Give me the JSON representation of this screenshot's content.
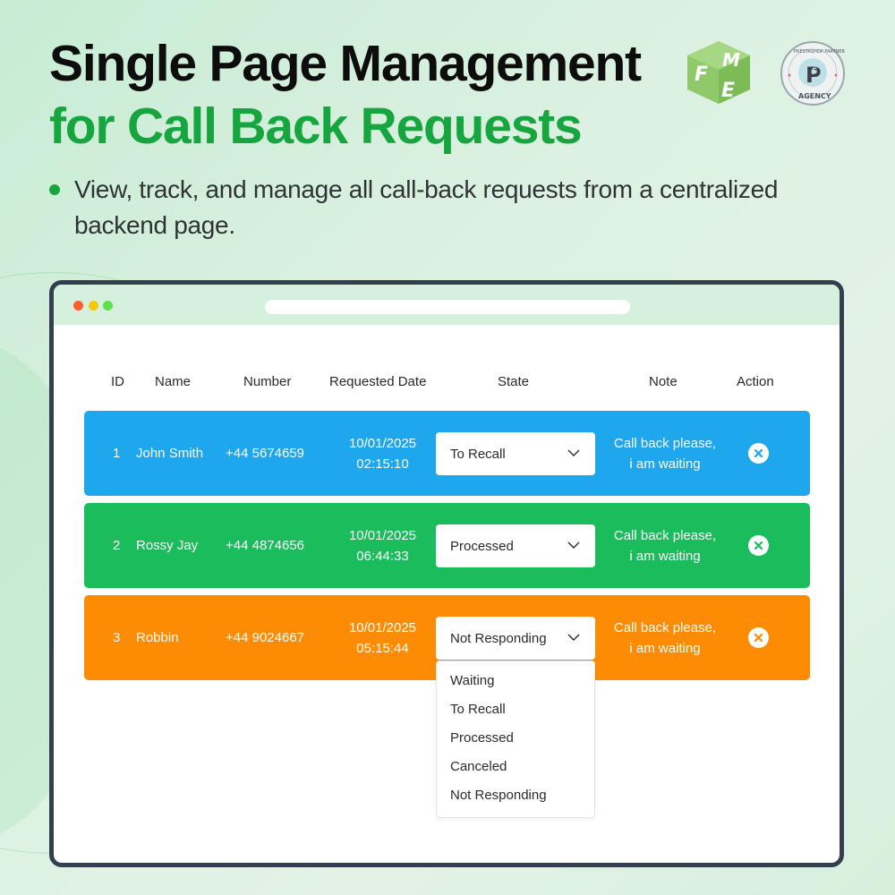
{
  "hero": {
    "title_line1": "Single Page Management",
    "title_line2": "for Call Back Requests",
    "bullet": "View, track, and manage all call-back requests from a centralized backend page."
  },
  "logos": {
    "fme": "FME",
    "partner_top": "PRESTASHOP PARTNER",
    "partner_bottom": "AGENCY"
  },
  "colors": {
    "accent_green": "#17a53f",
    "row_blue": "#1fa7ee",
    "row_green": "#1bbc5c",
    "row_orange": "#fd8c04",
    "frame": "#333f4f"
  },
  "table": {
    "headers": [
      "ID",
      "Name",
      "Number",
      "Requested Date",
      "State",
      "Note",
      "Action"
    ],
    "rows": [
      {
        "id": "1",
        "name": "John Smith",
        "number": "+44 5674659",
        "date": "10/01/2025",
        "time": "02:15:10",
        "state": "To Recall",
        "note_line1": "Call back please,",
        "note_line2": "i am waiting",
        "action_icon": "close-circle-icon"
      },
      {
        "id": "2",
        "name": "Rossy Jay",
        "number": "+44 4874656",
        "date": "10/01/2025",
        "time": "06:44:33",
        "state": "Processed",
        "note_line1": "Call back please,",
        "note_line2": "i am waiting",
        "action_icon": "close-circle-icon"
      },
      {
        "id": "3",
        "name": "Robbin",
        "number": "+44 9024667",
        "date": "10/01/2025",
        "time": "05:15:44",
        "state": "Not Responding",
        "note_line1": "Call back please,",
        "note_line2": "i am waiting",
        "action_icon": "close-circle-icon"
      }
    ]
  },
  "state_dropdown": {
    "options": [
      "Waiting",
      "To Recall",
      "Processed",
      "Canceled",
      "Not Responding"
    ]
  }
}
